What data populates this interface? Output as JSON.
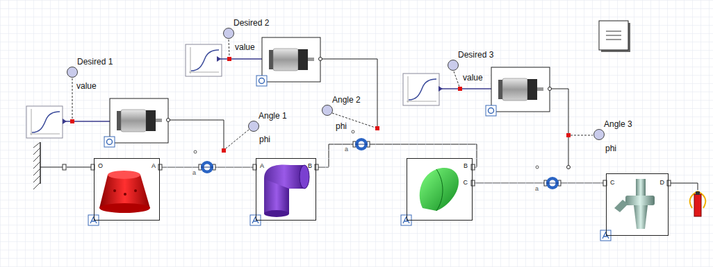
{
  "diagram": {
    "nodes": [
      {
        "text": [
          "Desired 2"
        ]
      },
      {
        "text": [
          "Desired 3"
        ]
      },
      {
        "text": [
          "Desired 1"
        ]
      },
      {
        "text": [
          "Angle 2"
        ]
      },
      {
        "text": [
          "Angle 1"
        ]
      },
      {
        "text": [
          "Angle 3"
        ]
      },
      {
        "text": [
          "O",
          "A"
        ]
      },
      {
        "text": [
          "A",
          "B"
        ]
      },
      {
        "text": [
          "B",
          "C"
        ]
      },
      {
        "text": [
          "C",
          "D"
        ]
      }
    ],
    "edges": [
      {
        "from": 6,
        "to": 7,
        "arrow": "none"
      },
      {
        "from": 7,
        "to": 8,
        "arrow": "none"
      },
      {
        "from": 8,
        "to": 9,
        "arrow": "none"
      }
    ],
    "labels": [
      "value",
      "value",
      "value",
      "phi",
      "phi",
      "phi",
      "a",
      "a",
      "a"
    ]
  }
}
